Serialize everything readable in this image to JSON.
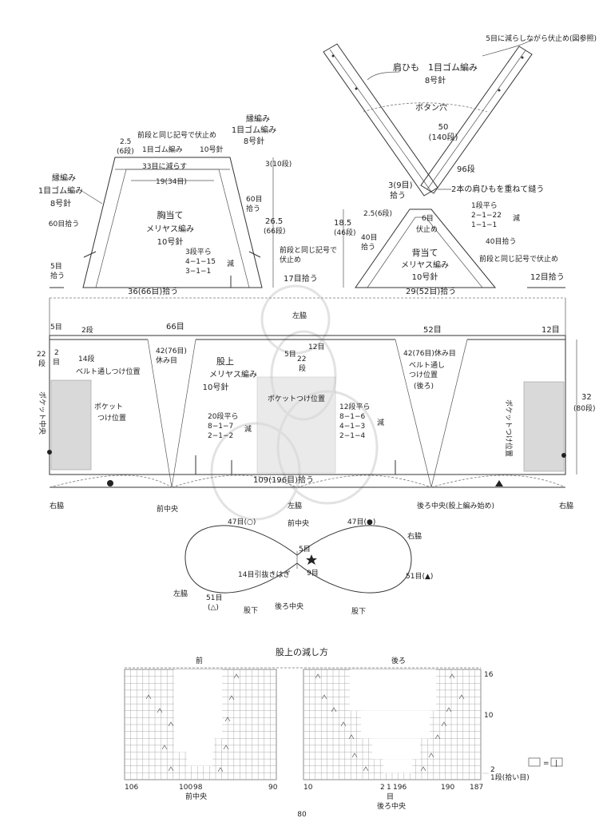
{
  "strap": {
    "title": "肩ひも　1目ゴム編み",
    "needle": "8号針",
    "note_cast_off": "5目に減らしながら伏止め(図参照)",
    "buttonhole": "ボタン穴",
    "length": "50",
    "rows": "(140段)",
    "rows96": "96段",
    "pickup3": "3(9目)",
    "pickup3b": "拾う",
    "overlap": "2本の肩ひもを重ねて縫う"
  },
  "front_bib": {
    "title": "胸当て",
    "stitch": "メリヤス編み",
    "needle": "10号針",
    "top_w": "2.5",
    "top_w_rows": "(6段)",
    "top_note": "前段と同じ記号で伏止め",
    "top_rib": "1目ゴム編み",
    "top_needle": "10号針",
    "dec33": "33目に減らす",
    "w19": "19(34目)",
    "edge_r_title": "縁編み",
    "edge_r_stitch": "1目ゴム編み",
    "edge_r_needle": "8号針",
    "edge_l_title": "縁編み",
    "edge_l_stitch": "1目ゴム編み",
    "edge_l_needle": "8号針",
    "pick60_l": "60目拾う",
    "pick60_r": "60目",
    "pick60_r2": "拾う",
    "h3": "3(10段)",
    "h26": "26.5",
    "h26_rows": "(66段)",
    "dec_a": "3段平ら",
    "dec_b": "4−1−15",
    "dec_c": "3−1−1",
    "dec_mark": "減",
    "note_castoff": "前段と同じ記号で",
    "note_castoff2": "伏止め",
    "bottom": "36(66目)拾う",
    "pick17": "17目拾う"
  },
  "back_bib": {
    "title": "背当て",
    "stitch": "メリヤス編み",
    "needle": "10号針",
    "h18": "18.5",
    "h18_rows": "(46段)",
    "w25": "2.5(6段)",
    "pick40_l": "40目",
    "pick40_l2": "拾う",
    "pick40_r": "40目拾う",
    "center6": "6目",
    "center_castoff": "伏止め",
    "dec_a": "1段平ら",
    "dec_b": "2−1−22",
    "dec_c": "1−1−1",
    "dec_mark": "減",
    "note": "前段と同じ記号で伏止め",
    "bottom": "29(52目)拾う",
    "pick12": "12目拾う"
  },
  "pants": {
    "pick5": "5目",
    "pick5b": "拾う",
    "m5": "5目",
    "rows2": "2段",
    "m66": "66目",
    "m52": "52目",
    "m12": "12目",
    "left_side": "左脇",
    "rows22": "22",
    "rows22b": "段",
    "m2": "2",
    "m2b": "目",
    "rows14": "14段",
    "belt_front": "ベルト通しつけ位置",
    "rest42_l": "42(76目)",
    "rest42_lb": "休み目",
    "title": "股上",
    "stitch": "メリヤス編み",
    "needle": "10号針",
    "m5c": "5目",
    "m12c": "12目",
    "rows22c": "22",
    "rows22cb": "段",
    "pocket_pos": "ポケットつけ位置",
    "rest42_r": "42(76目)休み目",
    "belt_back": "ベルト通し",
    "belt_back2": "つけ位置",
    "belt_back3": "(後ろ)",
    "pocket_center": "ポケット中央",
    "pocket_l": "ポケット",
    "pocket_l2": "つけ位置",
    "pocket_r": "ポケットつけ位置",
    "dec_f_a": "20段平ら",
    "dec_f_b": "8−1−7",
    "dec_f_c": "2−1−2",
    "dec_f_mark": "減",
    "dec_b_a": "12段平ら",
    "dec_b_b": "8−1−6",
    "dec_b_c": "4−1−3",
    "dec_b_d": "2−1−4",
    "dec_b_mark": "減",
    "h32": "32",
    "h32_rows": "(80段)",
    "bottom": "109(196目)拾う",
    "right_side": "右脇",
    "front_center": "前中央",
    "left_side2": "左脇",
    "back_center": "後ろ中央(股上編み始め)",
    "right_side2": "右脇"
  },
  "crotch": {
    "m47_l": "47目(○)",
    "front_center": "前中央",
    "m47_r": "47目(●)",
    "right_side": "右脇",
    "m5": "5目",
    "m14": "14目引抜きはぎ",
    "m9": "9目",
    "m51_r": "51目(▲)",
    "left_side": "左脇",
    "m51_l": "51目",
    "m51_l2": "(△)",
    "leg_l": "股下",
    "back_center": "後ろ中央",
    "leg_r": "股下"
  },
  "chart": {
    "title": "股上の減し方",
    "front": "前",
    "back": "後ろ",
    "x_106": "106",
    "x_100": "100",
    "x_98": "98",
    "x_90": "90",
    "x_10": "10",
    "x_2": "2",
    "x_1": "1",
    "x_196": "196",
    "x_190": "190",
    "x_187": "187",
    "front_center": "前中央",
    "back_center_m": "目",
    "back_center": "後ろ中央",
    "row16": "16",
    "row10": "10",
    "row2": "2",
    "row1": "1段(拾い目)",
    "legend_eq": "=",
    "legend_sym": "|",
    "page": "80"
  }
}
